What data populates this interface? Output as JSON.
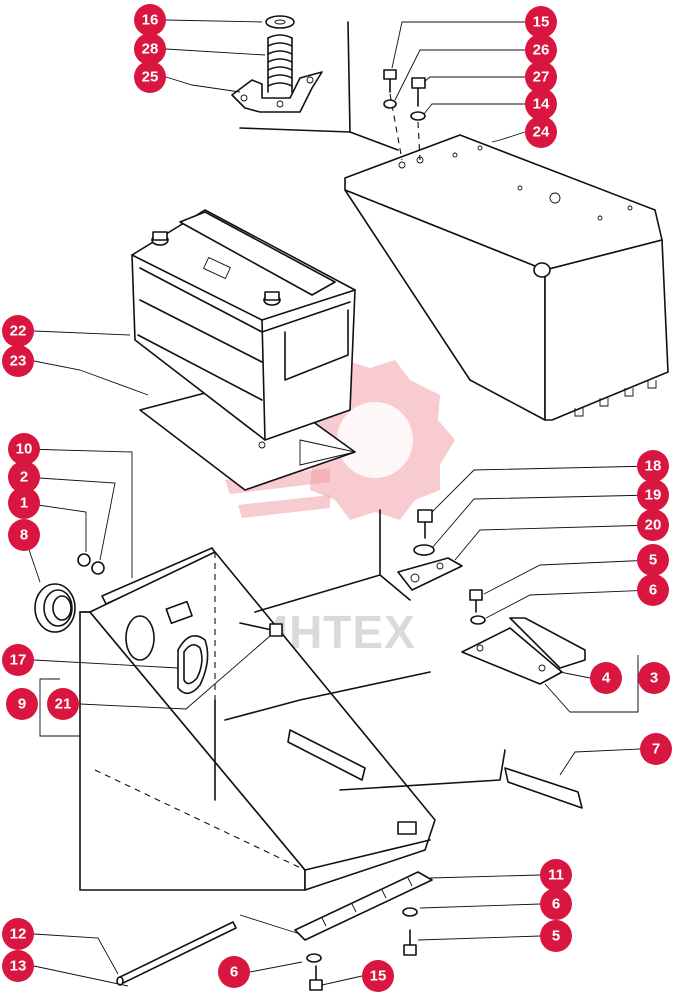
{
  "watermark": {
    "text": "ИНТЕХ"
  },
  "colors": {
    "badge": "#d9163f",
    "line": "#111111",
    "watermark_gear": "#f0a0a8"
  },
  "callouts": [
    {
      "id": "c16",
      "label": "16"
    },
    {
      "id": "c28",
      "label": "28"
    },
    {
      "id": "c25",
      "label": "25"
    },
    {
      "id": "c15a",
      "label": "15"
    },
    {
      "id": "c26",
      "label": "26"
    },
    {
      "id": "c27",
      "label": "27"
    },
    {
      "id": "c14",
      "label": "14"
    },
    {
      "id": "c24",
      "label": "24"
    },
    {
      "id": "c22",
      "label": "22"
    },
    {
      "id": "c23",
      "label": "23"
    },
    {
      "id": "c10",
      "label": "10"
    },
    {
      "id": "c2",
      "label": "2"
    },
    {
      "id": "c1",
      "label": "1"
    },
    {
      "id": "c8",
      "label": "8"
    },
    {
      "id": "c18",
      "label": "18"
    },
    {
      "id": "c19",
      "label": "19"
    },
    {
      "id": "c20",
      "label": "20"
    },
    {
      "id": "c5a",
      "label": "5"
    },
    {
      "id": "c6a",
      "label": "6"
    },
    {
      "id": "c4",
      "label": "4"
    },
    {
      "id": "c3",
      "label": "3"
    },
    {
      "id": "c17",
      "label": "17"
    },
    {
      "id": "c9",
      "label": "9"
    },
    {
      "id": "c21",
      "label": "21"
    },
    {
      "id": "c7",
      "label": "7"
    },
    {
      "id": "c11",
      "label": "11"
    },
    {
      "id": "c6b",
      "label": "6"
    },
    {
      "id": "c5b",
      "label": "5"
    },
    {
      "id": "c12",
      "label": "12"
    },
    {
      "id": "c13",
      "label": "13"
    },
    {
      "id": "c6c",
      "label": "6"
    },
    {
      "id": "c15b",
      "label": "15"
    }
  ]
}
